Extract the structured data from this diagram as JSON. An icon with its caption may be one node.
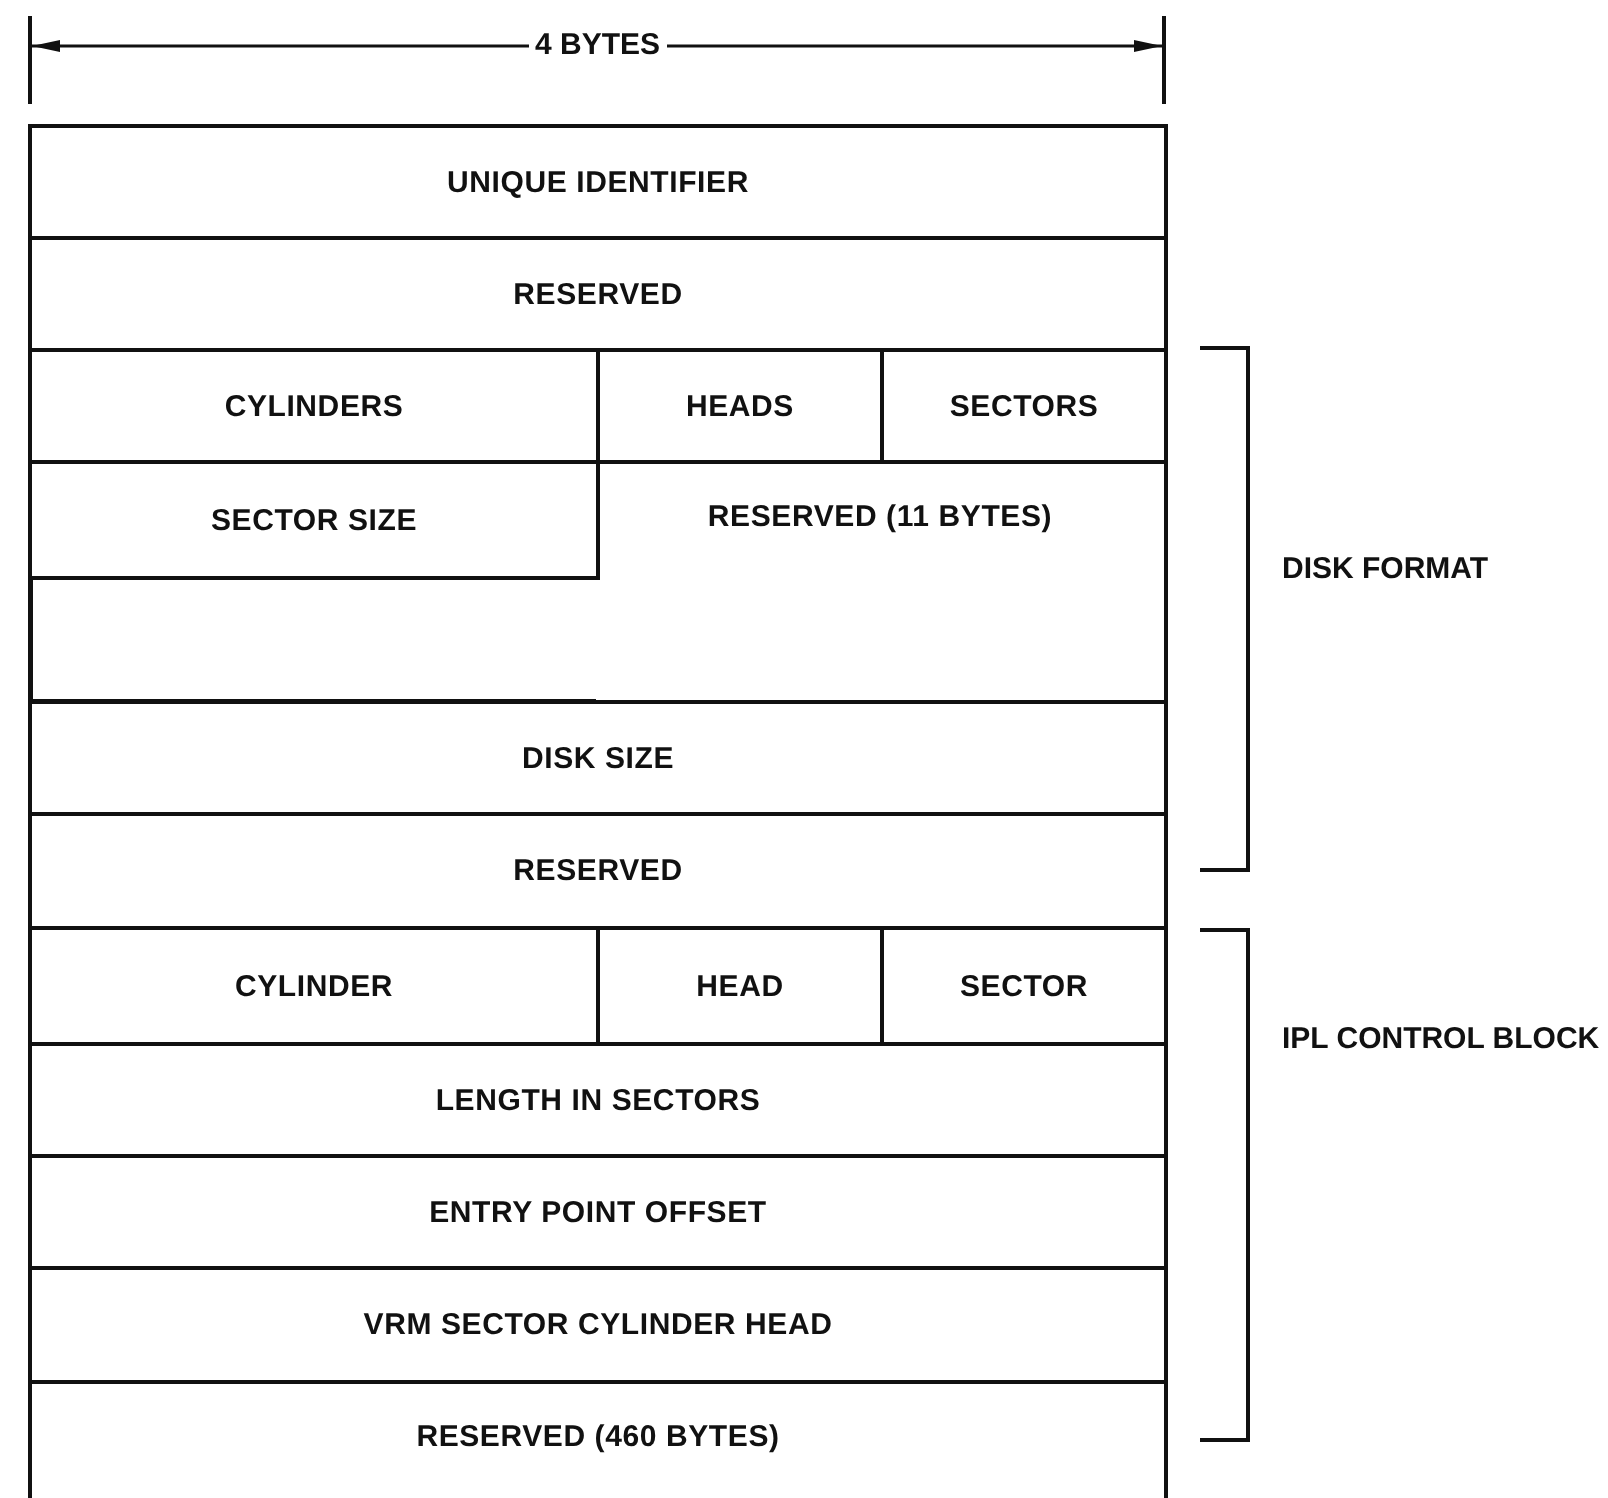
{
  "diagram": {
    "nodes": [
      {
        "text": [
          "UNIQUE IDENTIFIER"
        ]
      },
      {
        "text": [
          "RESERVED"
        ]
      },
      {
        "text": [
          "CYLINDERS"
        ]
      },
      {
        "text": [
          "HEADS"
        ]
      },
      {
        "text": [
          "SECTORS"
        ]
      },
      {
        "text": [
          "RESERVED (11 BYTES)"
        ]
      },
      {
        "text": [
          "SECTOR SIZE"
        ]
      },
      {
        "text": [
          "DISK SIZE"
        ]
      },
      {
        "text": [
          "RESERVED"
        ]
      },
      {
        "text": [
          "CYLINDER"
        ]
      },
      {
        "text": [
          "HEAD"
        ]
      },
      {
        "text": [
          "SECTOR"
        ]
      },
      {
        "text": [
          "LENGTH IN SECTORS"
        ]
      },
      {
        "text": [
          "ENTRY POINT OFFSET"
        ]
      },
      {
        "text": [
          "VRM SECTOR CYLINDER HEAD"
        ]
      },
      {
        "text": [
          "RESERVED (460 BYTES)"
        ]
      }
    ],
    "edges": [],
    "labels": [
      "4 BYTES",
      "DISK FORMAT",
      "IPL CONTROL BLOCK"
    ]
  }
}
